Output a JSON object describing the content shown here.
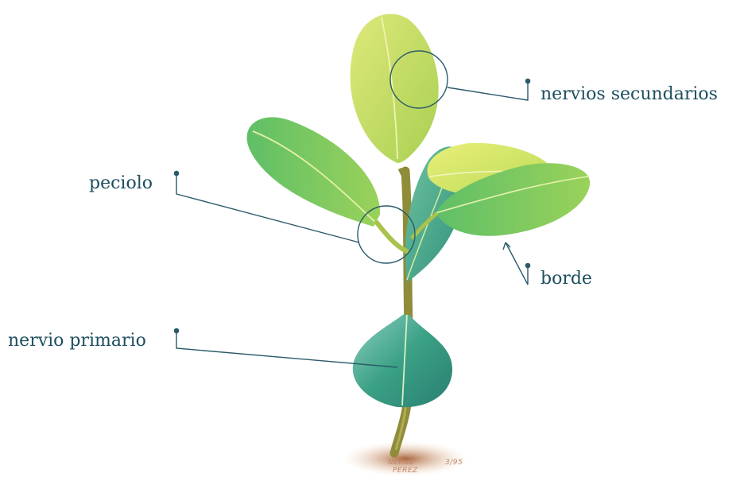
{
  "labels": {
    "nervios_secundarios": "nervios secundarios",
    "peciolo": "peciolo",
    "borde": "borde",
    "nervio_primario": "nervio primario"
  },
  "signature": {
    "line1": "NERUZ",
    "line2": "PEREZ",
    "suffix": "3/95"
  },
  "colors": {
    "annotation": "#2b5a6b",
    "leaf_light": "#c9dc5a",
    "leaf_mid": "#9ccf4f",
    "leaf_dark": "#2e8f7a",
    "stem": "#8a8a3e",
    "soil": "#c98a5c"
  }
}
